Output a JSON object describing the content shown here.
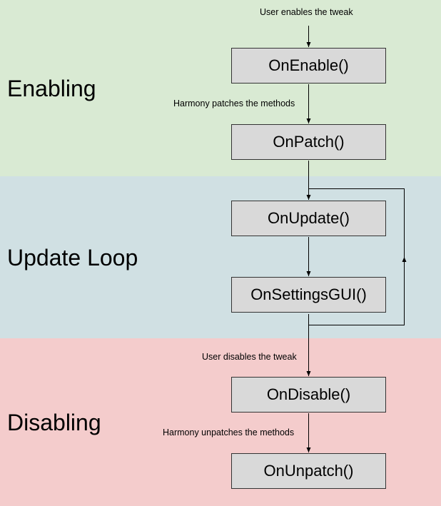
{
  "colors": {
    "enabling_band": "#d9ead3",
    "update_band": "#d0e0e3",
    "disabling_band": "#f4cccc",
    "node_fill": "#d9d9d9"
  },
  "sections": {
    "enabling": "Enabling",
    "update_loop": "Update Loop",
    "disabling": "Disabling"
  },
  "nodes": {
    "on_enable": "OnEnable()",
    "on_patch": "OnPatch()",
    "on_update": "OnUpdate()",
    "on_settings_gui": "OnSettingsGUI()",
    "on_disable": "OnDisable()",
    "on_unpatch": "OnUnpatch()"
  },
  "edge_labels": {
    "user_enables": "User enables the tweak",
    "harmony_patches": "Harmony patches the methods",
    "user_disables": "User disables the tweak",
    "harmony_unpatches": "Harmony unpatches the methods"
  }
}
